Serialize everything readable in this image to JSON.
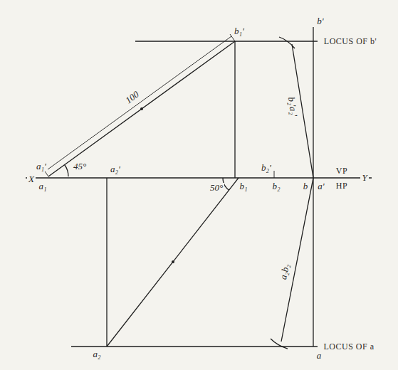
{
  "diagram": {
    "labels": [
      "LOCUS OF b'",
      "LOCUS OF a",
      "b₁'",
      "b'",
      "100",
      "45°",
      "X",
      "a₁'",
      "a₁",
      "a₂'",
      "b₂'",
      "50°",
      "b₁",
      "b₂",
      "b",
      "a'",
      "VP",
      "HP",
      "Y",
      "b₂'a₂'",
      "a₂b₂",
      "a₂",
      "a"
    ]
  }
}
